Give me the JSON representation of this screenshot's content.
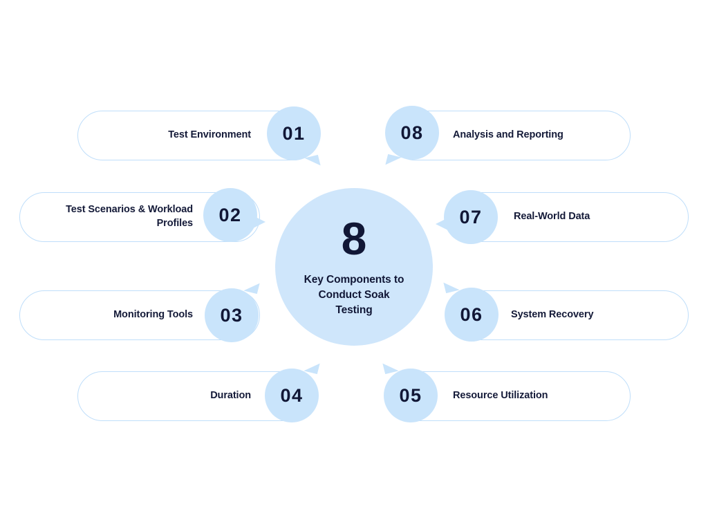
{
  "diagram": {
    "title": "8 Key Components to Conduct Soak Testing",
    "hub": {
      "number": "8",
      "caption": "Key Components to\nConduct Soak\nTesting"
    },
    "colors": {
      "badge_fill": "#c9e4fb",
      "hub_fill": "#cfe6fb",
      "pill_border": "#bfdefa",
      "pill_fill": "#ffffff",
      "text": "#141a38",
      "background": "#ffffff"
    },
    "items": [
      {
        "number": "01",
        "label": "Test Environment",
        "side": "left",
        "tail": "down-right"
      },
      {
        "number": "02",
        "label": "Test Scenarios & Workload\nProfiles",
        "side": "left",
        "tail": "right"
      },
      {
        "number": "03",
        "label": "Monitoring Tools",
        "side": "left",
        "tail": "up-right"
      },
      {
        "number": "04",
        "label": "Duration",
        "side": "left",
        "tail": "up-right"
      },
      {
        "number": "05",
        "label": "Resource Utilization",
        "side": "right",
        "tail": "up-left"
      },
      {
        "number": "06",
        "label": "System Recovery",
        "side": "right",
        "tail": "up-left"
      },
      {
        "number": "07",
        "label": "Real-World Data",
        "side": "right",
        "tail": "left"
      },
      {
        "number": "08",
        "label": "Analysis and Reporting",
        "side": "right",
        "tail": "down-left"
      }
    ]
  }
}
